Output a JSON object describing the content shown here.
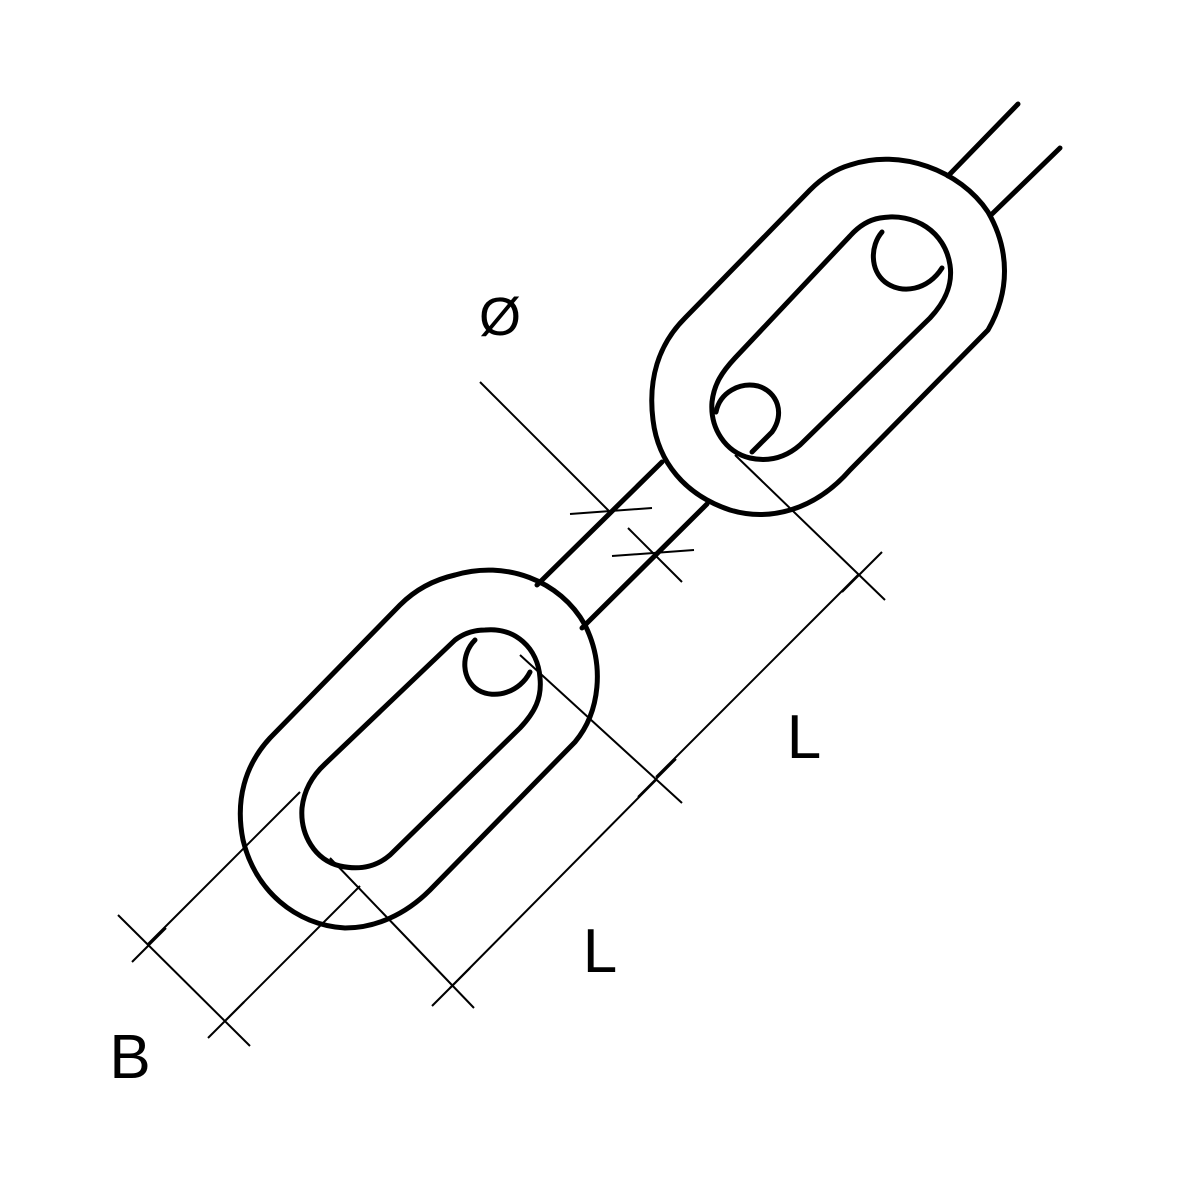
{
  "diagram": {
    "subject": "chain-links",
    "colors": {
      "line": "#000000",
      "background": "#ffffff"
    },
    "dimensions": {
      "diameter_label": "Ø",
      "length_label_upper": "L",
      "length_label_lower": "L",
      "width_label": "B"
    }
  }
}
